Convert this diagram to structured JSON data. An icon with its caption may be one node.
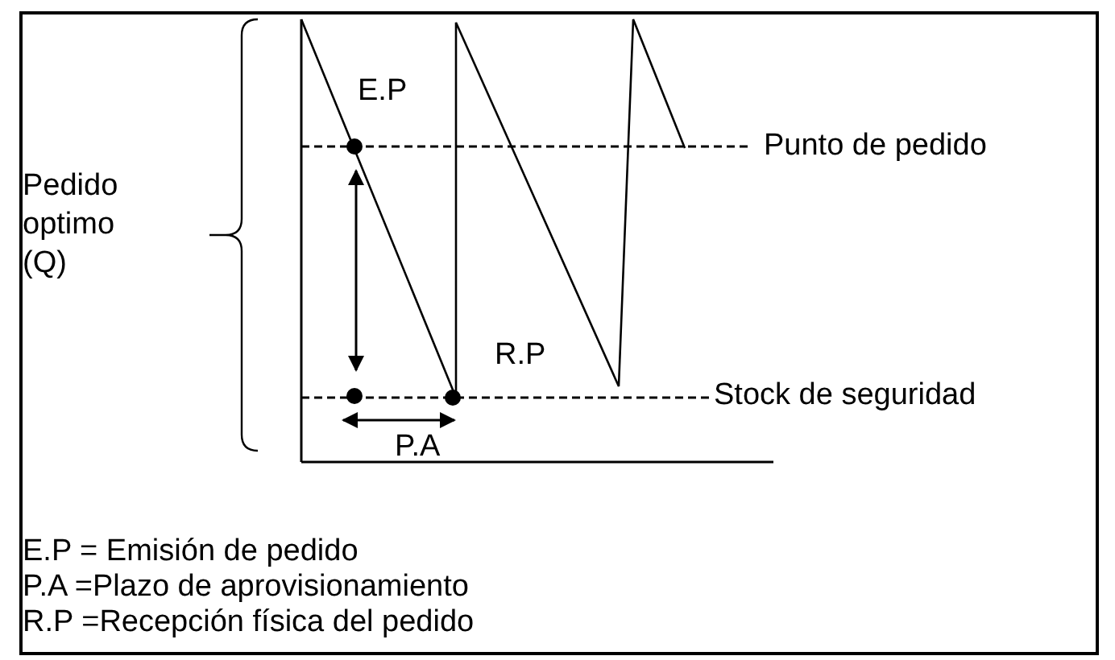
{
  "diagram": {
    "labels": [
      "E.P",
      "Pedido optimo (Q)",
      "Punto de pedido",
      "R.P",
      "Stock de seguridad",
      "P.A",
      "E.P = Emisión de pedido",
      "P.A =Plazo de aprovisionamiento",
      "R.P =Recepción física del pedido"
    ]
  }
}
